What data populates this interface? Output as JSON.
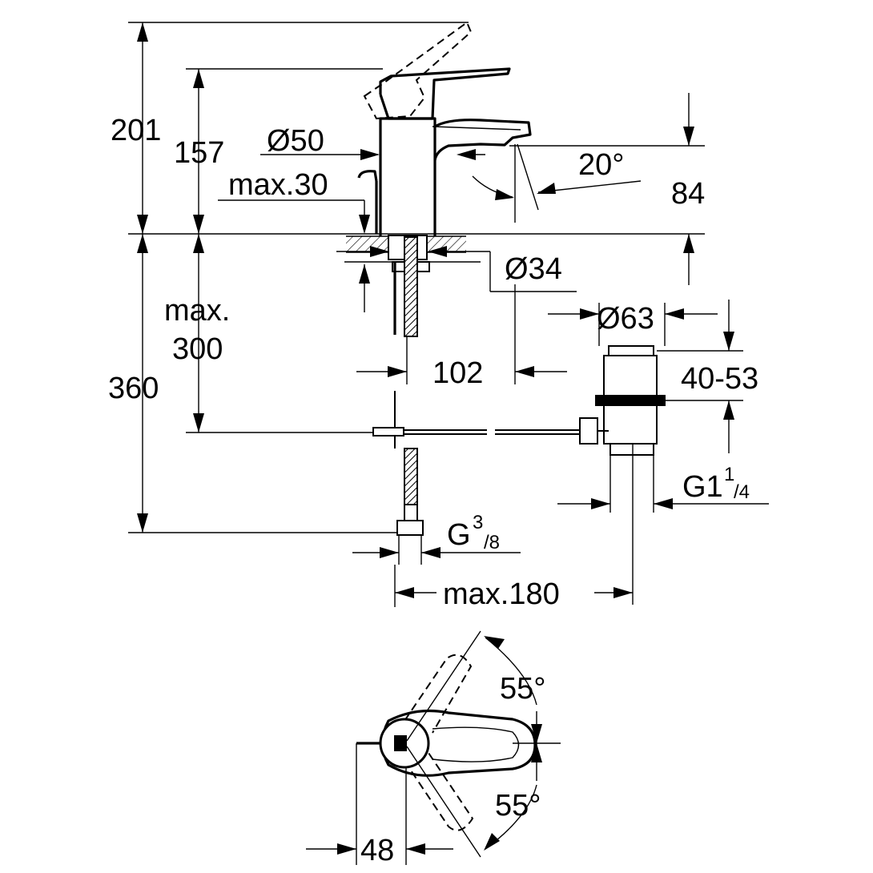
{
  "dimensions": {
    "total_height": "201",
    "spout_height": "157",
    "body_diameter": "Ø50",
    "max_deck_thickness_top": "max.30",
    "spout_angle": "20°",
    "spout_outlet_height": "84",
    "hole_diameter": "Ø34",
    "max_drop_line1": "max.",
    "max_drop_line2": "300",
    "below_deck": "360",
    "spout_projection": "102",
    "waste_diameter": "Ø63",
    "waste_range": "40-53",
    "waste_thread_main": "G1",
    "waste_thread_num": "1",
    "waste_thread_den": "/4",
    "supply_thread_main": "G",
    "supply_thread_num": "3",
    "supply_thread_den": "/8",
    "max_reach": "max.180",
    "lever_angle_back": "55°",
    "lever_angle_front": "55°",
    "lever_offset": "48"
  }
}
